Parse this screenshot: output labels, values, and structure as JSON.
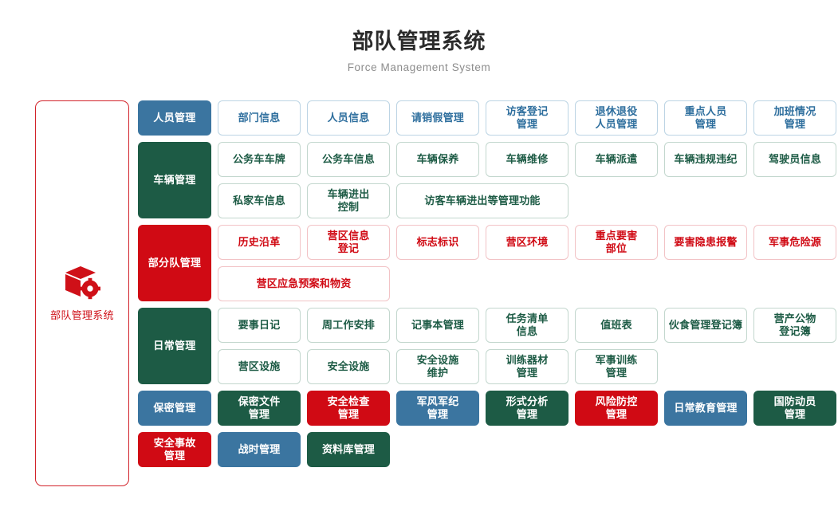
{
  "header": {
    "title": "部队管理系统",
    "subtitle": "Force Management System"
  },
  "sidebar": {
    "label": "部队管理系统",
    "icon": "cube-gear-icon",
    "border_color": "#d2232a",
    "text_color": "#cf1018"
  },
  "colors": {
    "blue": "#3b75a0",
    "green": "#1d5b45",
    "red": "#d00a14",
    "blue_outline": "#bcd4e4",
    "green_outline": "#c3d7ce",
    "red_outline": "#f2c3c6"
  },
  "categories": [
    {
      "label": "人员管理",
      "color": "blue",
      "rows": [
        [
          {
            "label": "部门信息",
            "style": "out-blue"
          },
          {
            "label": "人员信息",
            "style": "out-blue"
          },
          {
            "label": "请销假管理",
            "style": "out-blue"
          },
          {
            "label": "访客登记\n管理",
            "style": "out-blue"
          },
          {
            "label": "退休退役\n人员管理",
            "style": "out-blue"
          },
          {
            "label": "重点人员\n管理",
            "style": "out-blue"
          },
          {
            "label": "加班情况\n管理",
            "style": "out-blue"
          }
        ]
      ]
    },
    {
      "label": "车辆管理",
      "color": "green",
      "rows": [
        [
          {
            "label": "公务车车牌",
            "style": "out-green"
          },
          {
            "label": "公务车信息",
            "style": "out-green"
          },
          {
            "label": "车辆保养",
            "style": "out-green"
          },
          {
            "label": "车辆维修",
            "style": "out-green"
          },
          {
            "label": "车辆派遣",
            "style": "out-green"
          },
          {
            "label": "车辆违规违纪",
            "style": "out-green"
          },
          {
            "label": "驾驶员信息",
            "style": "out-green"
          }
        ],
        [
          {
            "label": "私家车信息",
            "style": "out-green"
          },
          {
            "label": "车辆进出\n控制",
            "style": "out-green"
          },
          {
            "label": "访客车辆进出等管理功能",
            "style": "out-green",
            "span": 2
          }
        ]
      ]
    },
    {
      "label": "部分队管理",
      "color": "red",
      "rows": [
        [
          {
            "label": "历史沿革",
            "style": "out-red"
          },
          {
            "label": "营区信息\n登记",
            "style": "out-red"
          },
          {
            "label": "标志标识",
            "style": "out-red"
          },
          {
            "label": "营区环境",
            "style": "out-red"
          },
          {
            "label": "重点要害\n部位",
            "style": "out-red"
          },
          {
            "label": "要害隐患报警",
            "style": "out-red"
          },
          {
            "label": "军事危险源",
            "style": "out-red"
          }
        ],
        [
          {
            "label": "营区应急预案和物资",
            "style": "out-red",
            "span": 2
          }
        ]
      ]
    },
    {
      "label": "日常管理",
      "color": "green",
      "rows": [
        [
          {
            "label": "要事日记",
            "style": "out-green"
          },
          {
            "label": "周工作安排",
            "style": "out-green"
          },
          {
            "label": "记事本管理",
            "style": "out-green"
          },
          {
            "label": "任务清单\n信息",
            "style": "out-green"
          },
          {
            "label": "值班表",
            "style": "out-green"
          },
          {
            "label": "伙食管理登记簿",
            "style": "out-green"
          },
          {
            "label": "营产公物\n登记簿",
            "style": "out-green"
          }
        ],
        [
          {
            "label": "营区设施",
            "style": "out-green"
          },
          {
            "label": "安全设施",
            "style": "out-green"
          },
          {
            "label": "安全设施\n维护",
            "style": "out-green"
          },
          {
            "label": "训练器材\n管理",
            "style": "out-green"
          },
          {
            "label": "军事训练\n管理",
            "style": "out-green"
          }
        ]
      ]
    },
    {
      "label": "保密管理",
      "color": "blue",
      "rows": [
        [
          {
            "label": "保密文件\n管理",
            "style": "fill-green"
          },
          {
            "label": "安全检查\n管理",
            "style": "fill-red"
          },
          {
            "label": "军风军纪\n管理",
            "style": "fill-blue"
          },
          {
            "label": "形式分析\n管理",
            "style": "fill-green"
          },
          {
            "label": "风险防控\n管理",
            "style": "fill-red"
          },
          {
            "label": "日常教育管理",
            "style": "fill-blue"
          },
          {
            "label": "国防动员\n管理",
            "style": "fill-green"
          }
        ]
      ]
    }
  ],
  "final_row": [
    {
      "label": "安全事故\n管理",
      "style": "fill-red"
    },
    {
      "label": "战时管理",
      "style": "fill-blue"
    },
    {
      "label": "资料库管理",
      "style": "fill-green"
    }
  ]
}
